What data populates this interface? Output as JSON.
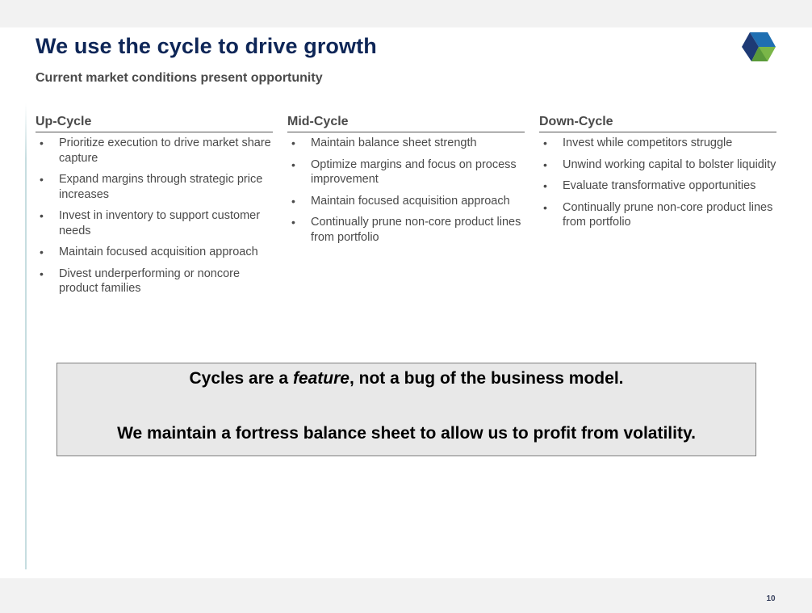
{
  "slide": {
    "title": "We use the cycle to drive growth",
    "subtitle": "Current market conditions present opportunity",
    "page_number": "10",
    "logo_icon": "cube-logo-icon",
    "colors": {
      "title": "#0e2657",
      "text": "#4a4a4a",
      "logo_blue": "#1f6fb2",
      "logo_navy": "#1d3a75",
      "logo_green": "#7ab648",
      "callout_fill": "#e8e8e8"
    }
  },
  "columns": [
    {
      "heading": "Up-Cycle",
      "bullets": [
        "Prioritize execution to drive market share capture",
        "Expand margins through strategic price increases",
        "Invest in inventory to support customer needs",
        "Maintain focused acquisition approach",
        "Divest underperforming or noncore product families"
      ]
    },
    {
      "heading": "Mid-Cycle",
      "bullets": [
        "Maintain balance sheet strength",
        "Optimize margins and focus on process improvement",
        "Maintain focused acquisition approach",
        "Continually prune non-core product lines from portfolio"
      ]
    },
    {
      "heading": "Down-Cycle",
      "bullets": [
        "Invest while competitors struggle",
        "Unwind working capital to bolster liquidity",
        "Evaluate transformative opportunities",
        "Continually prune non-core product lines from portfolio"
      ]
    }
  ],
  "callout": {
    "line1_pre": "Cycles are a ",
    "line1_em": "feature",
    "line1_post": ", not a bug of the business model.",
    "line2": "We maintain a fortress balance sheet to allow us to profit from volatility."
  }
}
